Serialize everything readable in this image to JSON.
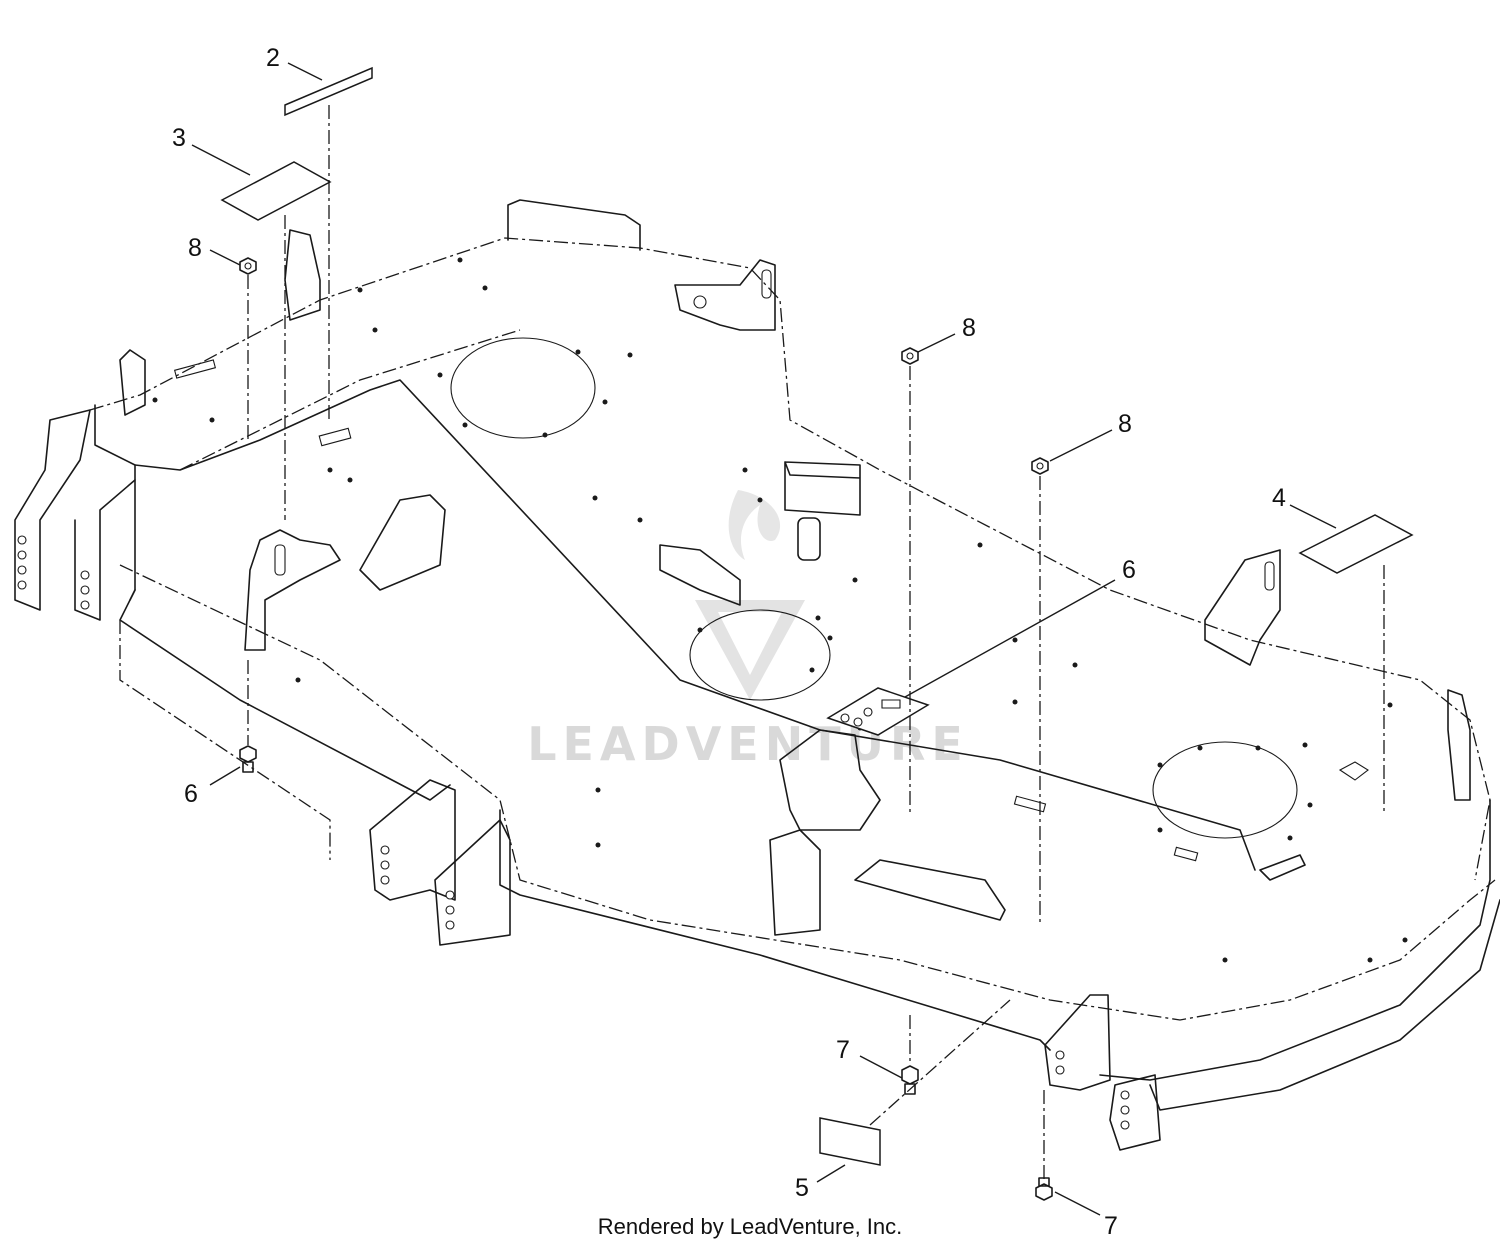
{
  "callouts": [
    {
      "id": "c-2",
      "label": "2"
    },
    {
      "id": "c-3",
      "label": "3"
    },
    {
      "id": "c-8a",
      "label": "8"
    },
    {
      "id": "c-8b",
      "label": "8"
    },
    {
      "id": "c-8c",
      "label": "8"
    },
    {
      "id": "c-4",
      "label": "4"
    },
    {
      "id": "c-6a",
      "label": "6"
    },
    {
      "id": "c-6b",
      "label": "6"
    },
    {
      "id": "c-7a",
      "label": "7"
    },
    {
      "id": "c-7b",
      "label": "7"
    },
    {
      "id": "c-5",
      "label": "5"
    }
  ],
  "footer": {
    "credit": "Rendered by LeadVenture, Inc."
  },
  "watermark": {
    "text": "LEADVENTURE"
  },
  "colors": {
    "line": "#1a1a1a",
    "watermark": "#d9d9d9",
    "background": "#ffffff"
  }
}
